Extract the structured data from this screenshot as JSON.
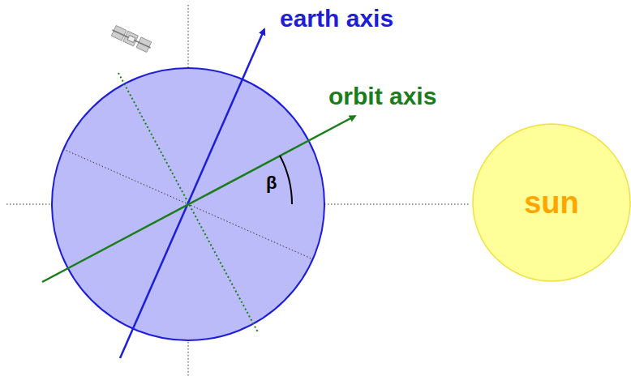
{
  "diagram": {
    "nodes": [
      {
        "text": [
          "sun"
        ]
      }
    ],
    "labels": [
      "earth axis",
      "orbit axis",
      "β"
    ]
  }
}
